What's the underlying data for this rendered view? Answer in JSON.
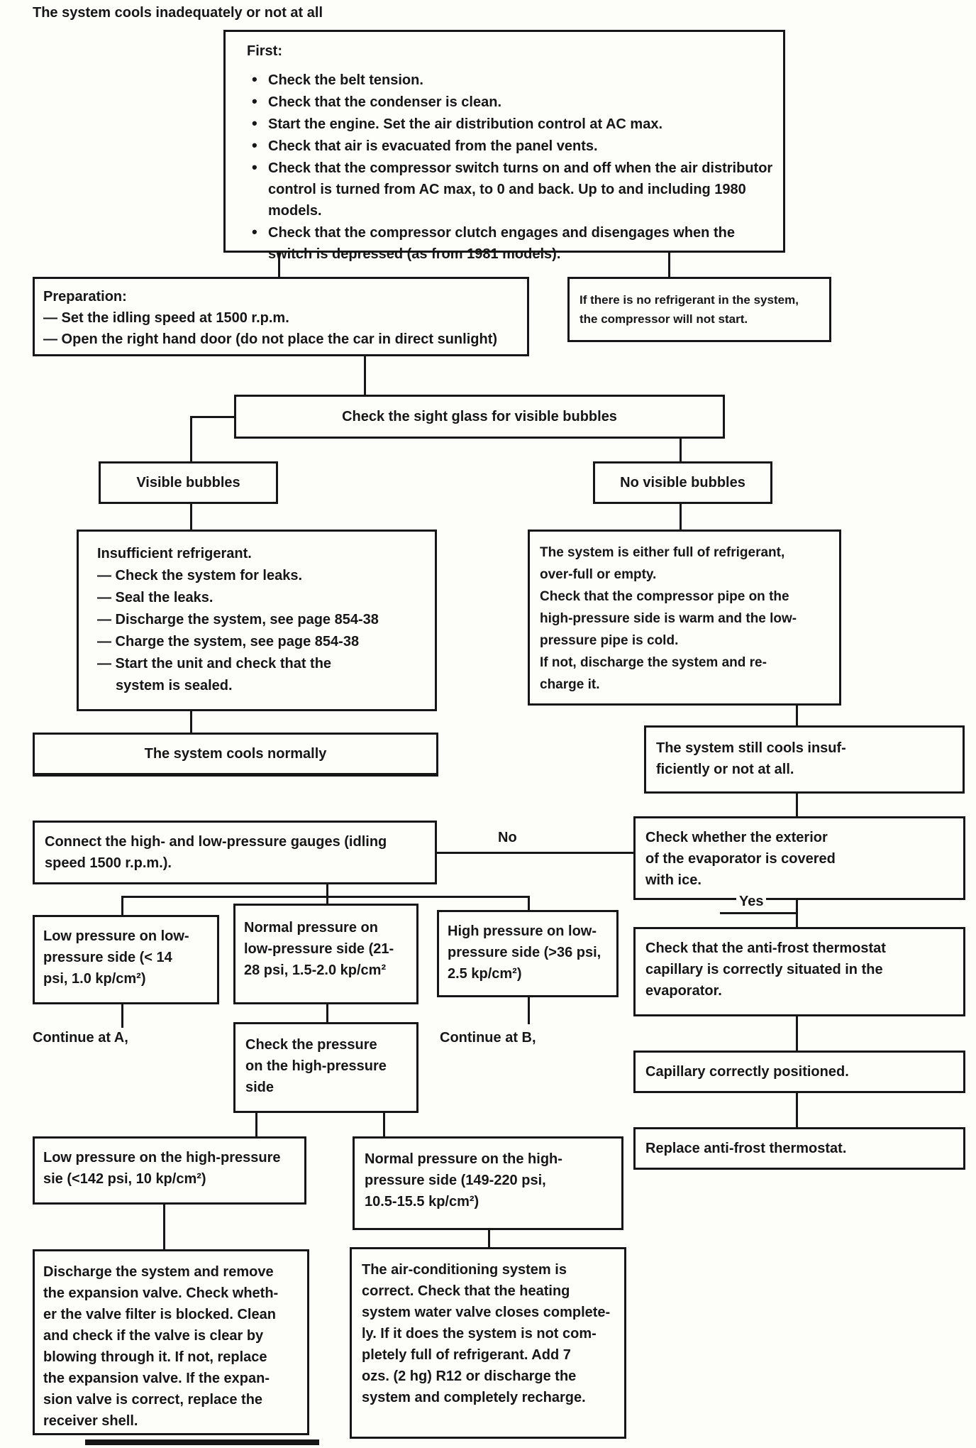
{
  "page": {
    "title": "The system cools inadequately or not at all"
  },
  "labels": {
    "no": "No",
    "yes": "Yes",
    "continue_a": "Continue at A,",
    "continue_b": "Continue at B,"
  },
  "boxes": {
    "first": {
      "heading": "First:",
      "bullets": [
        "Check the belt tension.",
        "Check that the condenser is clean.",
        "Start the engine.  Set the air distribution control at AC max.",
        "Check that air is evacuated from the panel vents.",
        "Check that the compressor switch turns on and off when the air distributor control is turned from AC max, to 0 and back. Up to and including 1980 models.",
        "Check that the compressor clutch engages and disengages when the switch is depressed (as from 1981 models)."
      ]
    },
    "preparation": {
      "heading": "Preparation:",
      "items": [
        "— Set the idling speed at 1500 r.p.m.",
        "— Open the right hand door (do not place the car in direct sunlight)"
      ]
    },
    "no_refrigerant": {
      "lines": [
        "If there is no refrigerant in the system,",
        "the compressor will not start."
      ]
    },
    "sight_glass": {
      "text": "Check the sight glass for visible bubbles"
    },
    "visible_bubbles": {
      "text": "Visible bubbles"
    },
    "no_visible_bubbles": {
      "text": "No visible bubbles"
    },
    "insufficient_refrigerant": {
      "heading": "Insufficient refrigerant.",
      "items": [
        "— Check the system for leaks.",
        "— Seal the leaks.",
        "— Discharge the system, see page 854-38",
        "— Charge the system, see page 854-38",
        "— Start the unit and check that the",
        "system is sealed."
      ]
    },
    "full_or_empty": {
      "lines": [
        "The system is either full of refrigerant,",
        "over-full or empty.",
        "Check that the compressor pipe on the",
        "high-pressure side is warm and the low-",
        "pressure pipe is cold.",
        "If not, discharge the system and re-",
        "charge it."
      ]
    },
    "cools_normally": {
      "text": "The system cools normally"
    },
    "still_cools": {
      "lines": [
        "The system still cools insuf-",
        "ficiently or not at all."
      ]
    },
    "connect_gauges": {
      "lines": [
        "Connect the high- and low-pressure gauges (idling",
        "speed 1500 r.p.m.)."
      ]
    },
    "evaporator_ice": {
      "lines": [
        "Check whether the exterior",
        "of the evaporator is covered",
        "with ice."
      ]
    },
    "low_pressure_low_side": {
      "lines": [
        "Low pressure on low-",
        "pressure side (< 14",
        "psi, 1.0 kp/cm²)"
      ]
    },
    "normal_pressure_low_side": {
      "lines": [
        "Normal pressure on",
        "low-pressure side (21-",
        "28 psi, 1.5-2.0 kp/cm²"
      ]
    },
    "high_pressure_low_side": {
      "lines": [
        "High pressure on low-",
        "pressure side (>36 psi,",
        "2.5 kp/cm²)"
      ]
    },
    "anti_frost_check": {
      "lines": [
        "Check that the anti-frost thermostat",
        "capillary is correctly situated in the",
        "evaporator."
      ]
    },
    "check_high_side": {
      "lines": [
        "Check the pressure",
        "on the high-pressure",
        "side"
      ]
    },
    "capillary_ok": {
      "text": "Capillary correctly positioned."
    },
    "replace_thermostat": {
      "text": "Replace anti-frost thermostat."
    },
    "low_pressure_high_side": {
      "lines": [
        "Low pressure on the high-pressure",
        "sie (<142 psi, 10 kp/cm²)"
      ]
    },
    "normal_pressure_high_side": {
      "lines": [
        "Normal pressure on the high-",
        "pressure side (149-220 psi,",
        "10.5-15.5 kp/cm²)"
      ]
    },
    "discharge_expansion_valve": {
      "lines": [
        "Discharge the system and remove",
        "the expansion valve. Check wheth-",
        "er the valve filter is blocked. Clean",
        "and check if the valve is clear by",
        "blowing through it. If not, replace",
        "the expansion valve. If the expan-",
        "sion valve is correct, replace the",
        "receiver shell."
      ]
    },
    "system_correct": {
      "lines": [
        "The air-conditioning system is",
        "correct. Check that the heating",
        "system water valve closes complete-",
        "ly. If it does the system is not com-",
        "pletely full of refrigerant. Add 7",
        "ozs. (2 hg) R12 or discharge the",
        "system and completely recharge."
      ]
    }
  }
}
